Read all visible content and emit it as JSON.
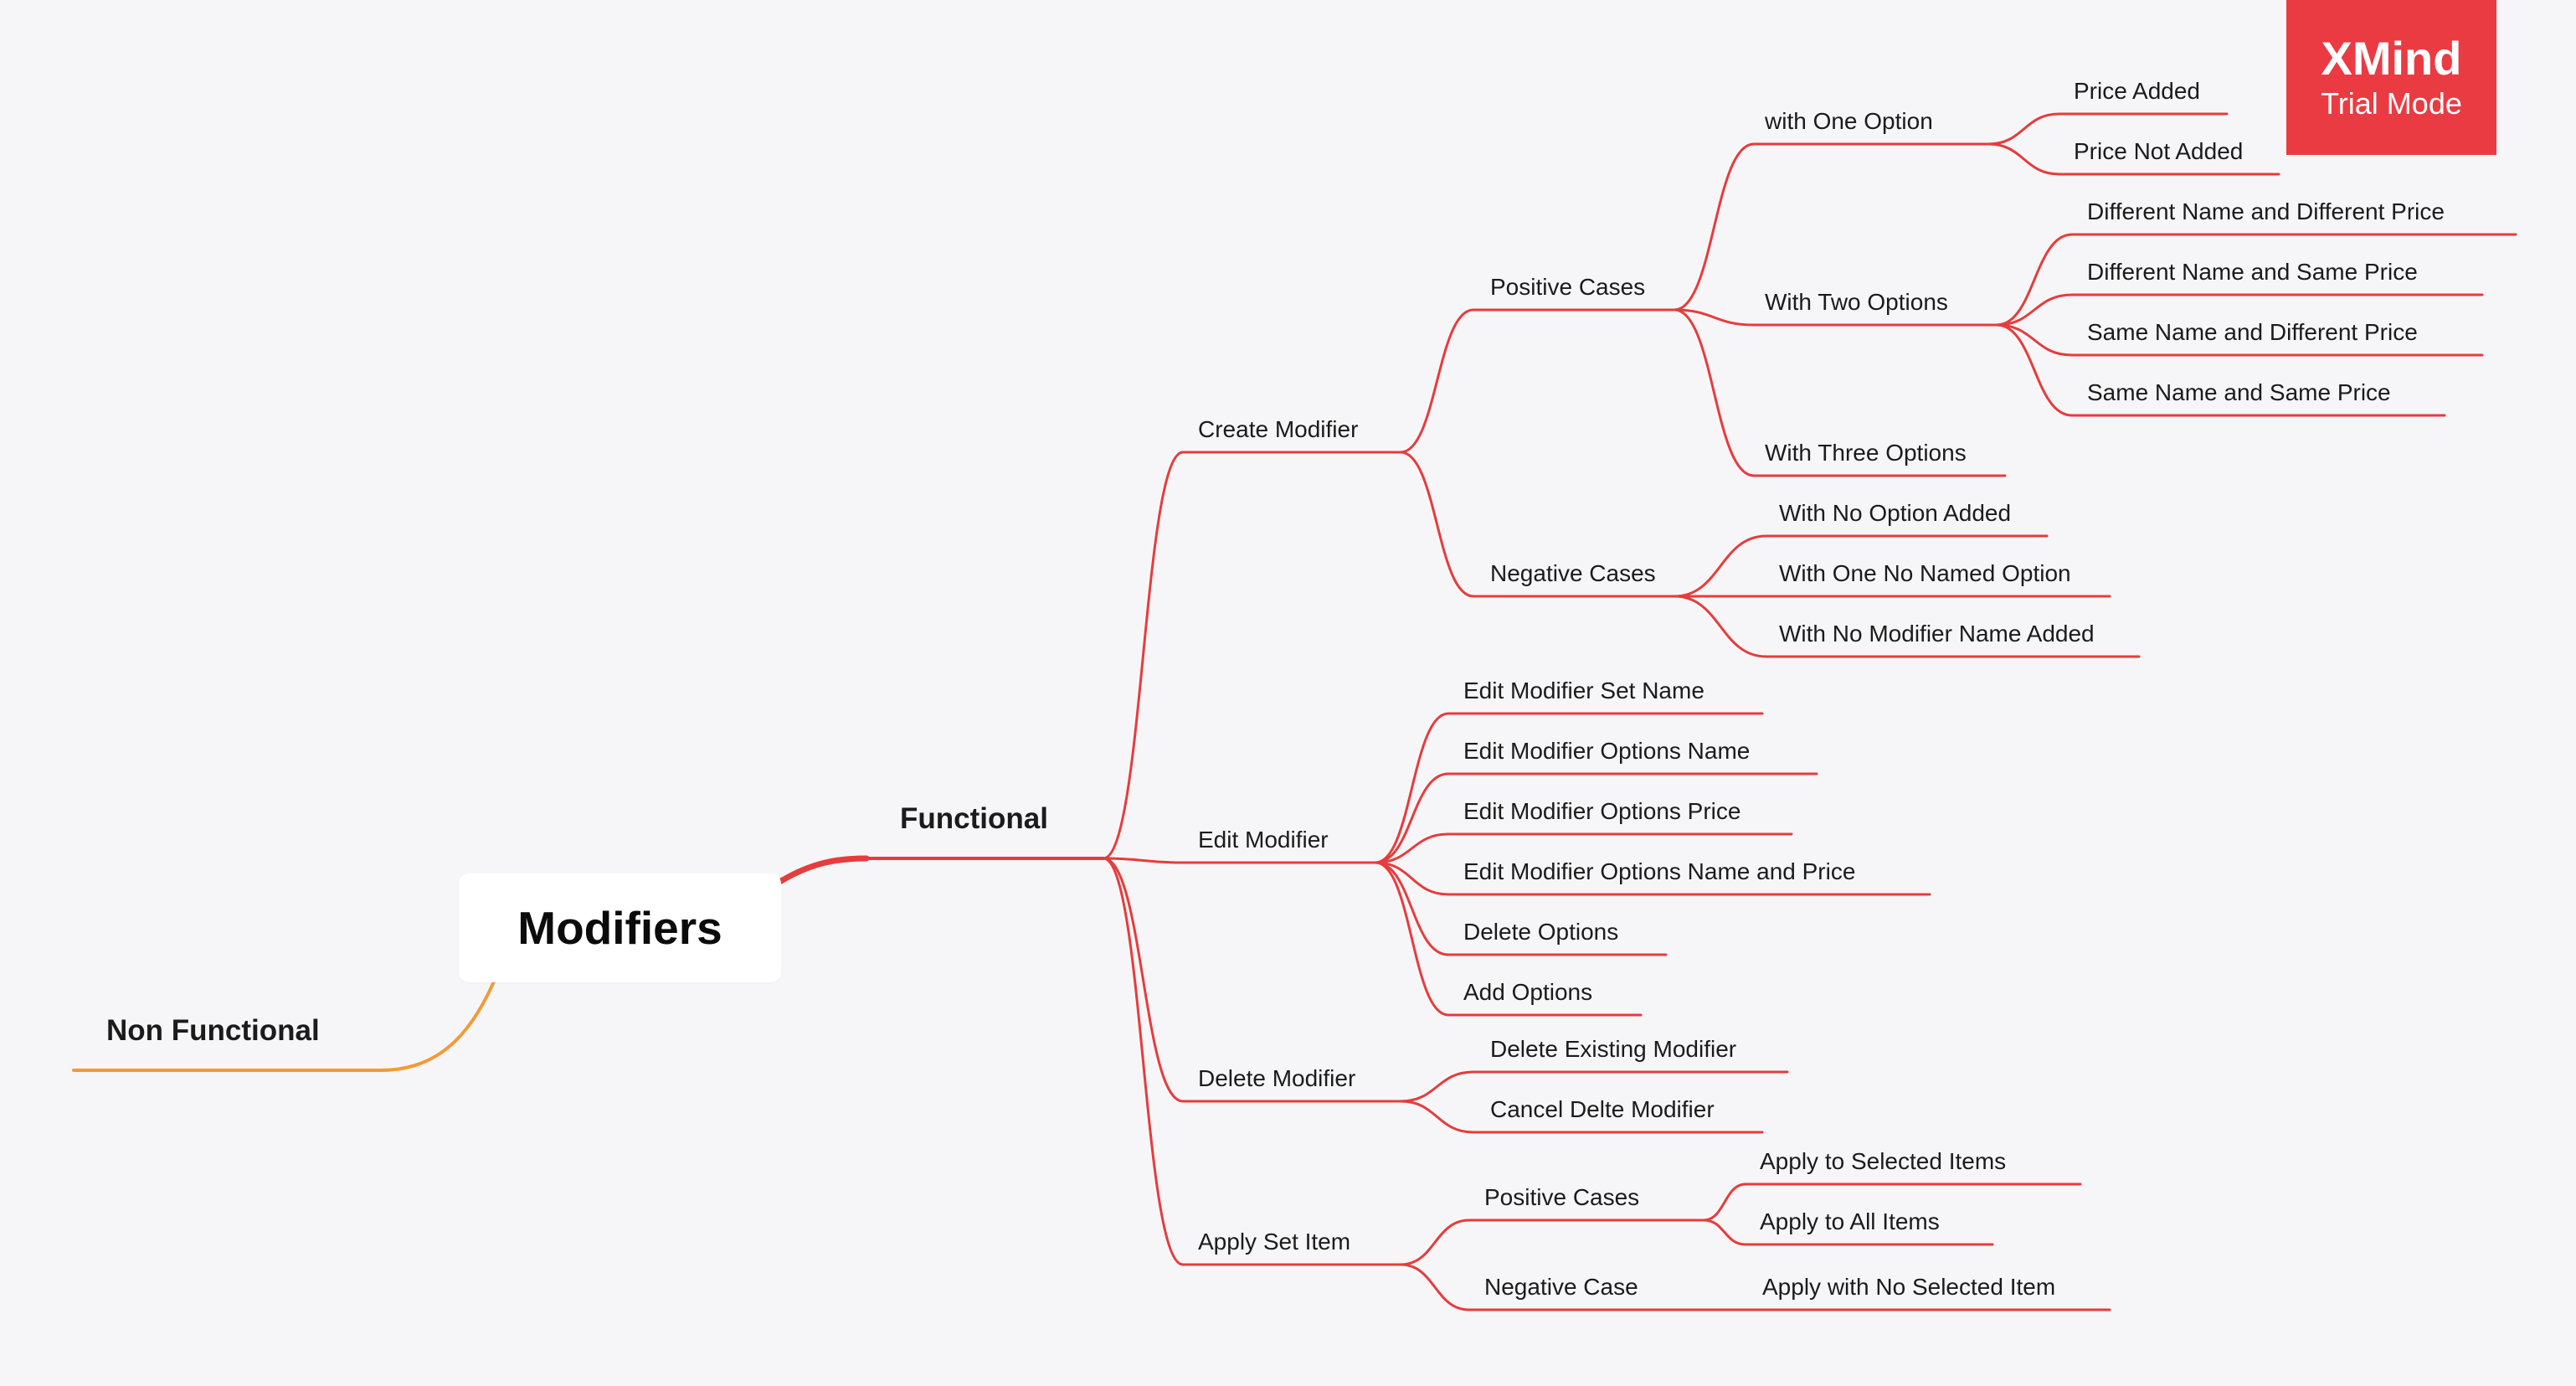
{
  "root": {
    "label": "Modifiers"
  },
  "branches": {
    "non_functional": "Non Functional",
    "functional": "Functional"
  },
  "create_modifier": {
    "label": "Create Modifier",
    "positive_cases": {
      "label": "Positive Cases",
      "with_one_option": {
        "label": "with One Option",
        "items": [
          "Price Added",
          "Price Not Added"
        ]
      },
      "with_two_options": {
        "label": "With Two Options",
        "items": [
          "Different Name and Different Price",
          "Different Name and Same Price",
          "Same Name and Different Price",
          "Same Name and Same Price"
        ]
      },
      "with_three_options": "With Three Options"
    },
    "negative_cases": {
      "label": "Negative Cases",
      "items": [
        "With No Option Added",
        "With One No Named Option",
        "With No Modifier Name Added"
      ]
    }
  },
  "edit_modifier": {
    "label": "Edit Modifier",
    "items": [
      "Edit Modifier Set Name",
      "Edit Modifier Options Name",
      "Edit Modifier Options Price",
      "Edit Modifier Options Name and Price",
      "Delete Options",
      "Add Options"
    ]
  },
  "delete_modifier": {
    "label": "Delete Modifier",
    "items": [
      "Delete Existing Modifier",
      "Cancel Delte Modifier"
    ]
  },
  "apply_set_item": {
    "label": "Apply Set Item",
    "positive_cases": {
      "label": "Positive Cases",
      "items": [
        "Apply to Selected Items",
        "Apply to All Items"
      ]
    },
    "negative_case": {
      "label": "Negative Case",
      "items": [
        "Apply with No Selected Item"
      ]
    }
  },
  "badge": {
    "brand": "XMind",
    "mode": "Trial Mode"
  },
  "colors": {
    "background": "#f6f6f8",
    "functional_branch": "#e63c3c",
    "non_functional_branch": "#f29a38",
    "badge": "#ea3b43"
  }
}
